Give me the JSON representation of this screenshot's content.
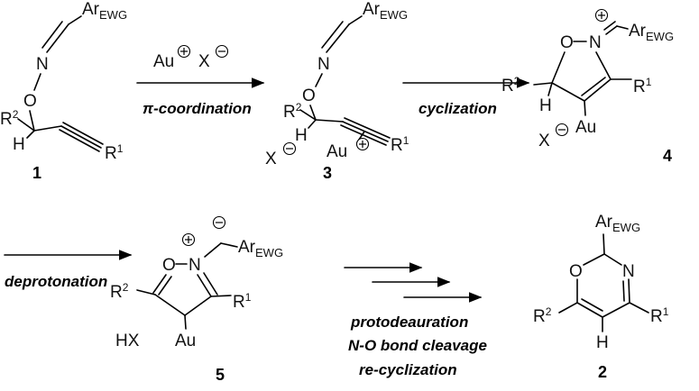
{
  "atoms": {
    "ar": "Ar",
    "ewg": "EWG",
    "N": "N",
    "O": "O",
    "R": "R",
    "one": "1",
    "two": "2",
    "H": "H",
    "X": "X",
    "Au": "Au",
    "HX": "HX"
  },
  "compounds": {
    "c1": "1",
    "c3": "3",
    "c4": "4",
    "c5": "5",
    "c2": "2"
  },
  "steps": {
    "coordination": "π-coordination",
    "cyclization": "cyclization",
    "deprotonation": "deprotonation",
    "protodeauration": "protodeauration",
    "cleavage": "N-O bond cleavage",
    "recyclization": "re-cyclization"
  },
  "colors": {
    "oxygen": "#e8241c",
    "nitrogen": "#2b3fa8",
    "bond": "#000000"
  }
}
